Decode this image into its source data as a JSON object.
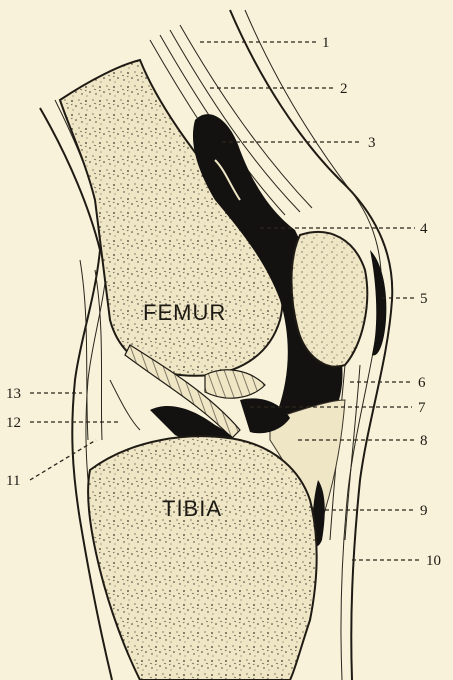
{
  "bones": {
    "femur": "FEMUR",
    "tibia": "TIBIA"
  },
  "labels": [
    "1",
    "2",
    "3",
    "4",
    "5",
    "6",
    "7",
    "8",
    "9",
    "10",
    "11",
    "12",
    "13"
  ],
  "colors": {
    "paper": "#f7f2d9",
    "ink": "#1f1b14",
    "cavity": "#141210",
    "bone_fill": "#efe6c6"
  }
}
